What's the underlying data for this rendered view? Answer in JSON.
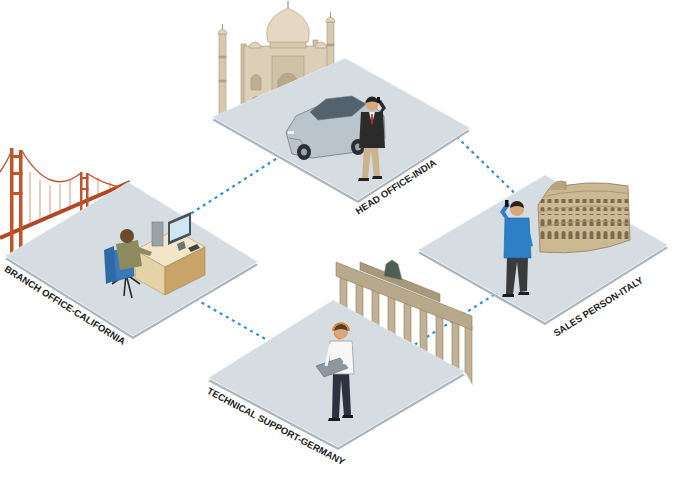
{
  "diagram": {
    "nodes": [
      {
        "text": [
          "HEAD OFFICE-INDIA"
        ]
      },
      {
        "text": [
          "BRANCH OFFICE-CALIFORNIA"
        ]
      },
      {
        "text": [
          "SALES PERSON-ITALY"
        ]
      },
      {
        "text": [
          "TECHNICAL SUPPORT-GERMANY"
        ]
      }
    ],
    "edges": [
      {
        "from": 1,
        "to": 0,
        "arrow": "none"
      },
      {
        "from": 0,
        "to": 2,
        "arrow": "none"
      },
      {
        "from": 1,
        "to": 3,
        "arrow": "none"
      },
      {
        "from": 3,
        "to": 2,
        "arrow": "none"
      }
    ]
  }
}
